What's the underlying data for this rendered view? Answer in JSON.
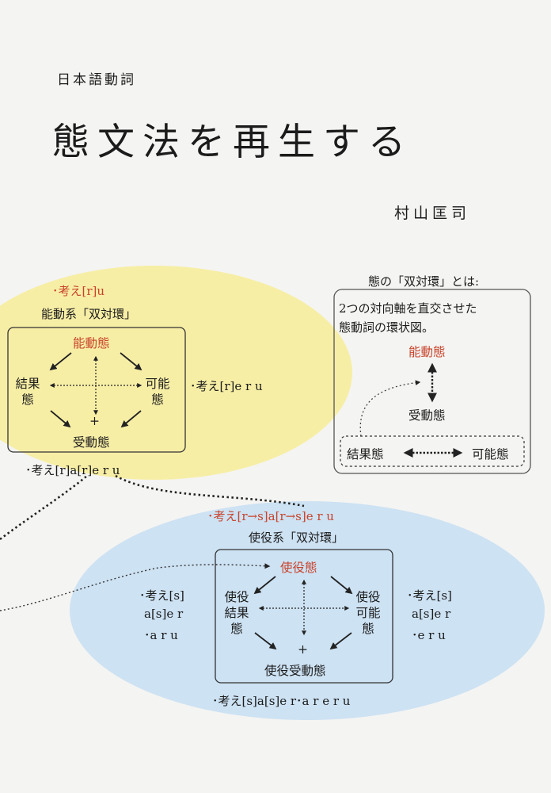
{
  "cover": {
    "series": "日本語動詞",
    "title": "態文法を再生する",
    "author": "村山匡司"
  },
  "active_system": {
    "top_form": "･考え[r]u",
    "caption": "能動系「双対環」",
    "top_voice": "能動態",
    "left_voice": "結果\n態",
    "right_voice": "可能\n態",
    "bottom_voice": "受動態",
    "plus": "+",
    "right_form": "･考え[r]e r u",
    "bottom_form": "･考え[r]a[r]e r u"
  },
  "causative_system": {
    "top_form": "･考え[r→s]a[r→s]e r u",
    "caption": "使役系「双対環」",
    "top_voice": "使役態",
    "left_voice": "使役\n結果\n態",
    "right_voice": "使役\n可能\n態",
    "bottom_voice": "使役受動態",
    "plus": "+",
    "left_forms": [
      "･考え[s]",
      "a[s]e r",
      "･a r u"
    ],
    "right_forms": [
      "･考え[s]",
      "a[s]e r",
      "･e r u"
    ],
    "bottom_form": "･考え[s]a[s]e r･a r e r u"
  },
  "explanation": {
    "heading": "態の「双対環」とは:",
    "line1": "2つの対向軸を直交させた",
    "line2": "態動詞の環状図。",
    "top_voice": "能動態",
    "middle_voice": "受動態",
    "left_voice": "結果態",
    "right_voice": "可能態"
  },
  "colors": {
    "background": "#f4f4f2",
    "yellow_oval": "#f7eea6",
    "blue_oval": "#cde2f3",
    "accent_red": "#c8432b"
  }
}
